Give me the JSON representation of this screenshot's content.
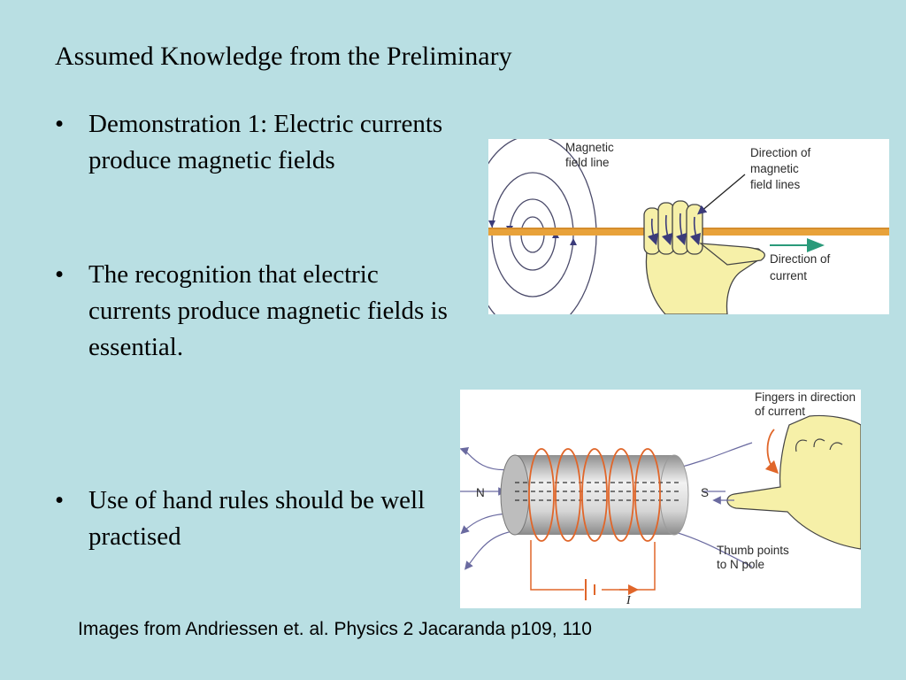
{
  "slide": {
    "title": "Assumed Knowledge from the Preliminary",
    "bullets": [
      {
        "marker": "•",
        "text": "Demonstration 1: Electric currents produce magnetic fields"
      },
      {
        "marker": "•",
        "text": "The recognition that electric currents produce magnetic fields is essential."
      },
      {
        "marker": "•",
        "text": "Use of hand rules should be well practised"
      }
    ],
    "caption": "Images from Andriessen et. al. Physics 2 Jacaranda p109, 110"
  },
  "figure_wire": {
    "label_field_line_1": "Magnetic",
    "label_field_line_2": "field line",
    "label_direction_lines_1": "Direction of",
    "label_direction_lines_2": "magnetic",
    "label_direction_lines_3": "field lines",
    "label_current_1": "Direction of",
    "label_current_2": "current"
  },
  "figure_solenoid": {
    "label_fingers_1": "Fingers in direction",
    "label_fingers_2": "of current",
    "label_n": "N",
    "label_s": "S",
    "label_thumb_1": "Thumb points",
    "label_thumb_2": "to N pole",
    "label_current_symbol": "I"
  },
  "colors": {
    "background": "#b9dfe3",
    "wire": "#e8a23a",
    "coil": "#e0662a",
    "hand": "#f6f0a8",
    "field_line": "#4a4a6a",
    "arrow_green": "#2a9a7a"
  },
  "icons": [
    "right-hand-grip-icon",
    "hand-thumb-icon",
    "battery-icon"
  ]
}
